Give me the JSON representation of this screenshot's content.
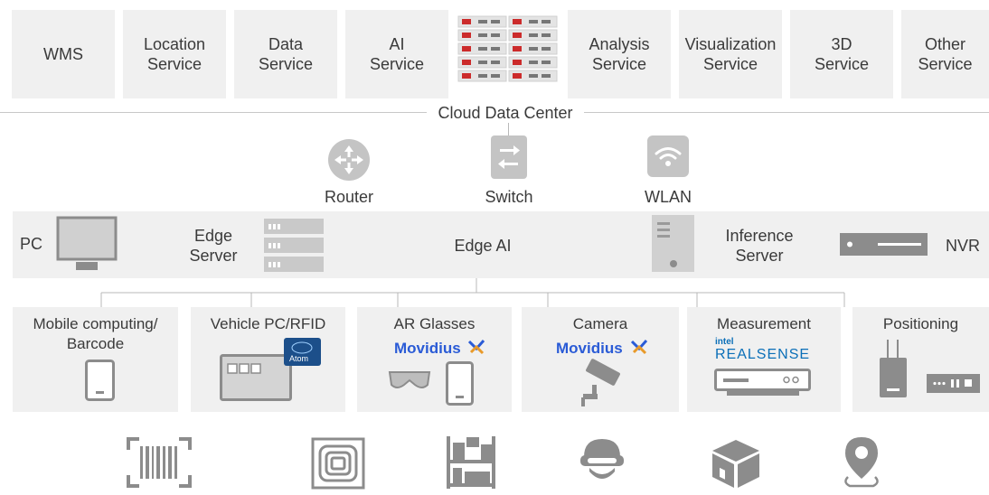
{
  "cloud": {
    "services": [
      "WMS",
      "Location\nService",
      "Data\nService",
      "AI\nService",
      "Analysis\nService",
      "Visualization\nService",
      "3D\nService",
      "Other\nService"
    ],
    "label": "Cloud Data Center"
  },
  "network": {
    "router": "Router",
    "switch": "Switch",
    "wlan": "WLAN"
  },
  "edge": {
    "pc": "PC",
    "edge_server": "Edge\nServer",
    "edge_ai": "Edge AI",
    "inference_server": "Inference\nServer",
    "nvr": "NVR"
  },
  "devices": {
    "mobile": "Mobile computing/\nBarcode",
    "vehicle": "Vehicle PC/RFID",
    "ar": "AR Glasses",
    "camera": "Camera",
    "measurement": "Measurement",
    "positioning": "Positioning"
  },
  "brands": {
    "movidius": "Movidius",
    "intel": "intel",
    "realsense": "REALSENSE",
    "atom": "Atom"
  },
  "colors": {
    "panel": "#f0f0f0",
    "icon": "#8c8c8c",
    "server_red": "#cc2b2b",
    "movidius_blue": "#2a5bd6",
    "realsense_blue": "#0b6fb8"
  }
}
